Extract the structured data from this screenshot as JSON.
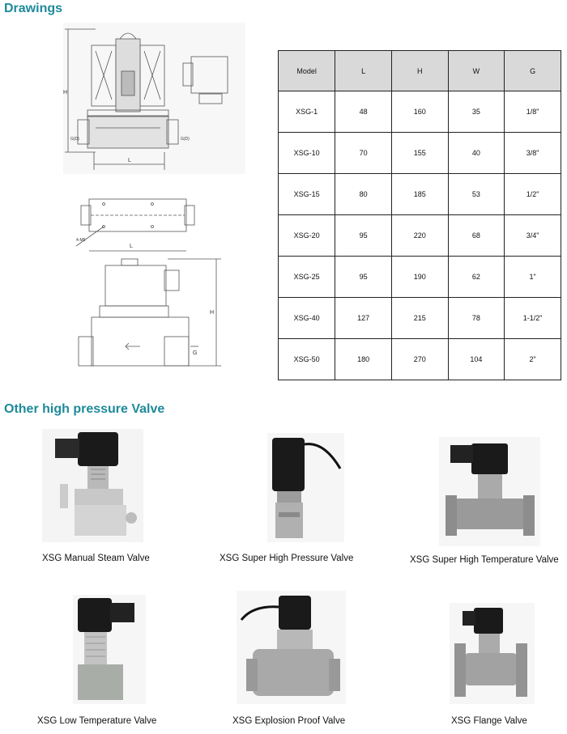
{
  "sections": {
    "drawings_title": "Drawings",
    "other_title": "Other high pressure Valve"
  },
  "drawing_labels": {
    "H": "H",
    "L": "L",
    "G": "G",
    "side_g1": "G(D)",
    "side_g2": "G(D)",
    "thread": "4-M5"
  },
  "spec_table": {
    "headers": [
      "Model",
      "L",
      "H",
      "W",
      "G"
    ],
    "rows": [
      [
        "XSG-1",
        "48",
        "160",
        "35",
        "1/8\""
      ],
      [
        "XSG-10",
        "70",
        "155",
        "40",
        "3/8\""
      ],
      [
        "XSG-15",
        "80",
        "185",
        "53",
        "1/2\""
      ],
      [
        "XSG-20",
        "95",
        "220",
        "68",
        "3/4\""
      ],
      [
        "XSG-25",
        "95",
        "190",
        "62",
        "1\""
      ],
      [
        "XSG-40",
        "127",
        "215",
        "78",
        "1-1/2\""
      ],
      [
        "XSG-50",
        "180",
        "270",
        "104",
        "2\""
      ]
    ]
  },
  "products": [
    {
      "caption": "XSG Manual Steam Valve",
      "icon": "manual-steam-valve-photo"
    },
    {
      "caption": "XSG Super High Pressure Valve",
      "icon": "super-high-pressure-valve-photo"
    },
    {
      "caption": "XSG Super High Temperature Valve",
      "icon": "super-high-temperature-valve-photo"
    },
    {
      "caption": "XSG Low Temperature Valve",
      "icon": "low-temperature-valve-photo"
    },
    {
      "caption": "XSG Explosion Proof Valve",
      "icon": "explosion-proof-valve-photo"
    },
    {
      "caption": "XSG Flange Valve",
      "icon": "flange-valve-photo"
    }
  ],
  "colors": {
    "heading": "#1e8a9a",
    "table_header_bg": "#d9d9d9",
    "line": "#555555"
  }
}
